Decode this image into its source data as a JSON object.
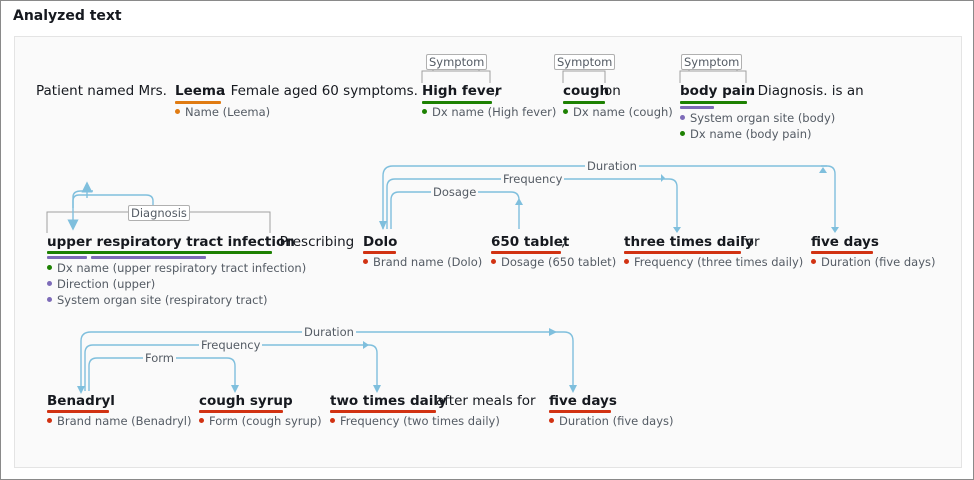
{
  "panel": {
    "title": "Analyzed text"
  },
  "colors": {
    "name": "#e07b12",
    "dx": "#1d8102",
    "brand": "#d13212",
    "site": "#7d6bb8",
    "arrow": "#7fbfdd",
    "bracket": "#a0a0a0"
  },
  "line1": {
    "t1": "Patient named Mrs.",
    "leema": "Leema",
    "t2": ". Female aged 60 symptoms.",
    "high_fever": "High fever",
    "comma": ",",
    "cough": "cough",
    "on": " on",
    "body_pain": "body pain",
    "t3": ". Diagnosis. is an",
    "leema_label": "Name (Leema)",
    "fever_label": "Dx name (High fever)",
    "cough_label": "Dx name (cough)",
    "body_label_1": "System organ site (body)",
    "body_label_2": "Dx name (body pain)",
    "symptom_tag": "Symptom"
  },
  "line2": {
    "urti": "upper respiratory tract infection",
    "prescribing": ". Prescribing",
    "dolo": "Dolo",
    "tablet": "650 tablet",
    "comma": ",",
    "three_times": "three times daily",
    "for": " for",
    "five_days": "five days",
    "period": ".",
    "urti_label_1": "Dx name (upper respiratory tract infection)",
    "urti_label_2": "Direction (upper)",
    "urti_label_3": "System organ site (respiratory tract)",
    "dolo_label": "Brand name (Dolo)",
    "tablet_label": "Dosage (650 tablet)",
    "three_label": "Frequency (three times daily)",
    "five_label": "Duration (five days)",
    "diagnosis_tag": "Diagnosis",
    "rel_duration": "Duration",
    "rel_frequency": "Frequency",
    "rel_dosage": "Dosage"
  },
  "line3": {
    "benadryl": "Benadryl",
    "syrup": "cough syrup",
    "two_times": "two times daily",
    "after": " after meals for",
    "five_days": "five days",
    "period": ".",
    "benadryl_label": "Brand name (Benadryl)",
    "syrup_label": "Form (cough syrup)",
    "two_label": "Frequency (two times daily)",
    "five_label": "Duration (five days)",
    "rel_duration": "Duration",
    "rel_frequency": "Frequency",
    "rel_form": "Form"
  }
}
